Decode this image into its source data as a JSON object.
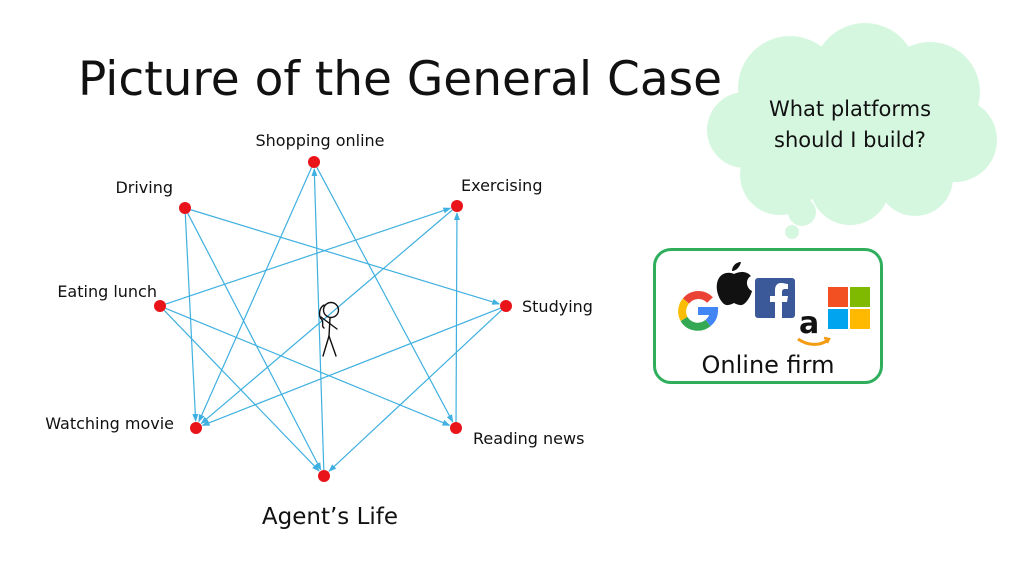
{
  "slide": {
    "title": "Picture of the General Case"
  },
  "diagram": {
    "caption": "Agent’s Life",
    "node_color": "#e8141a",
    "edge_color": "#3fb0e0",
    "nodes": [
      {
        "id": "shopping",
        "label": "Shopping online"
      },
      {
        "id": "exercising",
        "label": "Exercising"
      },
      {
        "id": "studying",
        "label": "Studying"
      },
      {
        "id": "reading",
        "label": "Reading news"
      },
      {
        "id": "agent",
        "label": ""
      },
      {
        "id": "movie",
        "label": "Watching movie"
      },
      {
        "id": "lunch",
        "label": "Eating lunch"
      },
      {
        "id": "driving",
        "label": "Driving"
      }
    ],
    "edges": [
      [
        "driving",
        "studying"
      ],
      [
        "driving",
        "agent"
      ],
      [
        "driving",
        "movie"
      ],
      [
        "shopping",
        "reading"
      ],
      [
        "shopping",
        "movie"
      ],
      [
        "lunch",
        "exercising"
      ],
      [
        "lunch",
        "reading"
      ],
      [
        "lunch",
        "agent"
      ],
      [
        "studying",
        "agent"
      ],
      [
        "studying",
        "movie"
      ],
      [
        "reading",
        "exercising"
      ],
      [
        "exercising",
        "movie"
      ],
      [
        "agent",
        "shopping"
      ]
    ]
  },
  "thought_bubble": {
    "line1": "What platforms",
    "line2": "should I build?",
    "fill_color": "#d6f7df"
  },
  "firm": {
    "label": "Online firm",
    "border_color": "#2fae5b",
    "logos": [
      "google-logo",
      "apple-logo",
      "facebook-logo",
      "amazon-logo",
      "microsoft-logo"
    ]
  }
}
